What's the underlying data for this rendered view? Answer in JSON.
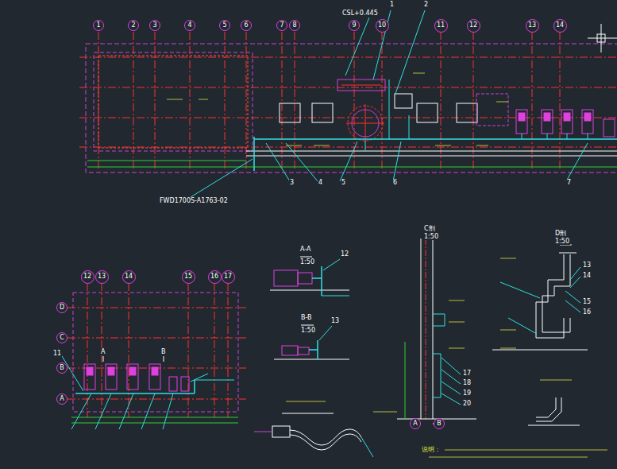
{
  "diagram": {
    "nodes": [
      {
        "text": [
          "1"
        ]
      },
      {
        "text": [
          "2"
        ]
      },
      {
        "text": [
          "3"
        ]
      },
      {
        "text": [
          "4"
        ]
      },
      {
        "text": [
          "5"
        ]
      },
      {
        "text": [
          "6"
        ]
      },
      {
        "text": [
          "7"
        ]
      },
      {
        "text": [
          "8"
        ]
      },
      {
        "text": [
          "9"
        ]
      },
      {
        "text": [
          "10"
        ]
      },
      {
        "text": [
          "11"
        ]
      },
      {
        "text": [
          "12"
        ]
      },
      {
        "text": [
          "13"
        ]
      },
      {
        "text": [
          "14"
        ]
      },
      {
        "text": [
          "12"
        ]
      },
      {
        "text": [
          "13"
        ]
      },
      {
        "text": [
          "14"
        ]
      },
      {
        "text": [
          "15"
        ]
      },
      {
        "text": [
          "16"
        ]
      },
      {
        "text": [
          "17"
        ]
      },
      {
        "text": [
          "D"
        ]
      },
      {
        "text": [
          "C"
        ]
      },
      {
        "text": [
          "B"
        ]
      },
      {
        "text": [
          "A"
        ]
      },
      {
        "text": [
          "A"
        ]
      },
      {
        "text": [
          "B"
        ]
      }
    ],
    "labels": [
      "1",
      "2",
      "3",
      "4",
      "5",
      "6",
      "7",
      "CSL+0.445",
      "FWD1700S-A1763-02",
      "A-A",
      "1:50",
      "12",
      "B-B",
      "1:50",
      "13",
      "C剖",
      "1:50",
      "17",
      "18",
      "19",
      "20",
      "D剖",
      "1:50",
      "13",
      "14",
      "15",
      "16",
      "11",
      "A",
      "B",
      "说明："
    ]
  }
}
